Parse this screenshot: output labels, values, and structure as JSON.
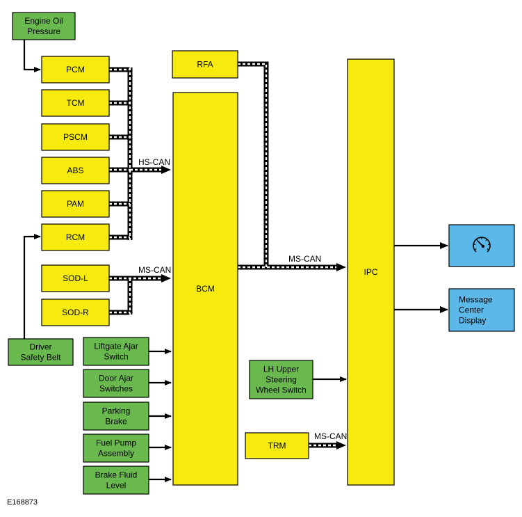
{
  "colors": {
    "yellow": "#f7eb0e",
    "green": "#69b94f",
    "blue": "#5cb8e8",
    "stroke": "#000000"
  },
  "nodes": {
    "engine_oil": [
      "Engine Oil",
      "Pressure"
    ],
    "pcm": [
      "PCM"
    ],
    "tcm": [
      "TCM"
    ],
    "pscm": [
      "PSCM"
    ],
    "abs": [
      "ABS"
    ],
    "pam": [
      "PAM"
    ],
    "rcm": [
      "RCM"
    ],
    "sod_l": [
      "SOD-L"
    ],
    "sod_r": [
      "SOD-R"
    ],
    "driver_belt": [
      "Driver",
      "Safety Belt"
    ],
    "liftgate": [
      "Liftgate Ajar",
      "Switch"
    ],
    "door_ajar": [
      "Door Ajar",
      "Switches"
    ],
    "parking_brake": [
      "Parking",
      "Brake"
    ],
    "fuel_pump": [
      "Fuel Pump",
      "Assembly"
    ],
    "brake_fluid": [
      "Brake Fluid",
      "Level"
    ],
    "rfa": [
      "RFA"
    ],
    "bcm": [
      "BCM"
    ],
    "ipc": [
      "IPC"
    ],
    "lh_switch": [
      "LH Upper",
      "Steering",
      "Wheel Switch"
    ],
    "trm": [
      "TRM"
    ],
    "speedometer": [],
    "message_center": [
      "Message",
      "Center",
      "Display"
    ]
  },
  "labels": {
    "hs_can": "HS-CAN",
    "ms_can_sod": "MS-CAN",
    "ms_can_main": "MS-CAN",
    "ms_can_trm": "MS-CAN"
  },
  "icons": {
    "speedometer": "speedometer-icon"
  },
  "figure_id": "E168873"
}
